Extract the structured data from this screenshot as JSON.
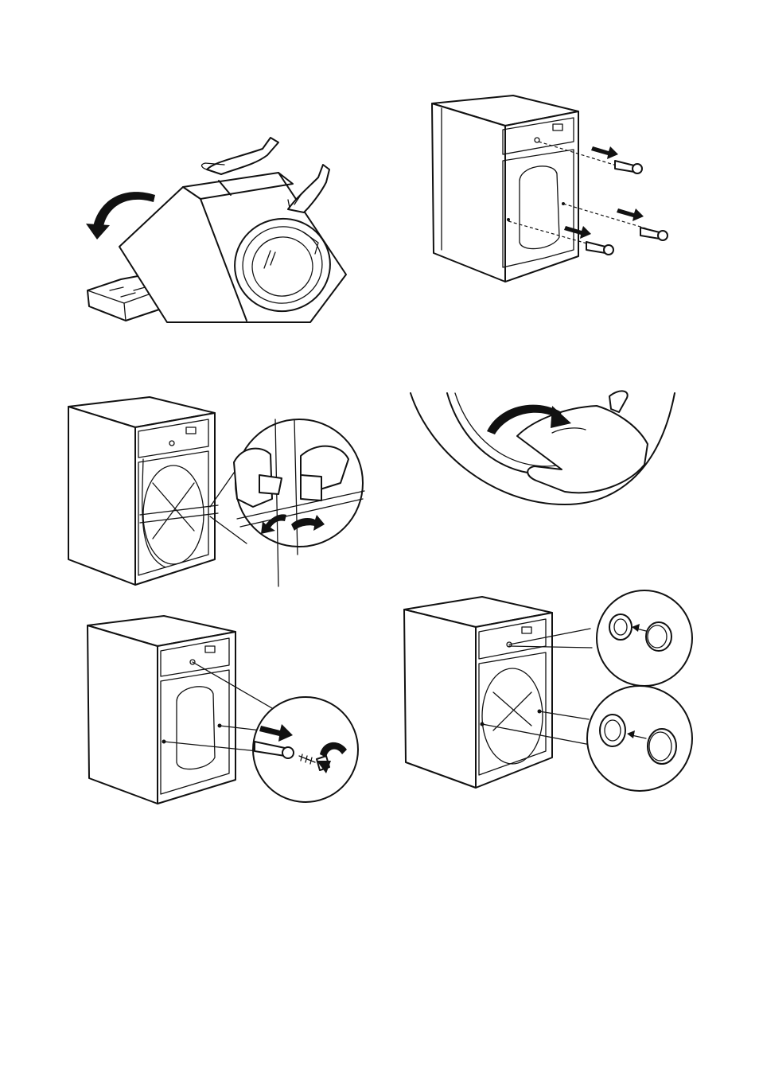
{
  "page": {
    "background": "#ffffff",
    "line_color": "#111111"
  },
  "illustrations": [
    {
      "id": "tilt-machine",
      "icons": [
        "rotate-arrow-icon",
        "hand-icon",
        "packaging-base-icon"
      ]
    },
    {
      "id": "remove-transit-bolts",
      "icons": [
        "arrow-right-icon",
        "transit-bolt-icon"
      ]
    },
    {
      "id": "release-hose-clips",
      "icons": [
        "hand-icon",
        "arrow-left-icon",
        "arrow-right-icon",
        "magnifier-circle-icon"
      ]
    },
    {
      "id": "open-door",
      "icons": [
        "rotate-arrow-icon",
        "hand-icon"
      ]
    },
    {
      "id": "remove-spacer-screw",
      "icons": [
        "arrow-right-icon",
        "rotate-arrow-icon",
        "screw-icon",
        "magnifier-circle-icon"
      ]
    },
    {
      "id": "insert-caps",
      "icons": [
        "plastic-cap-icon",
        "arrow-left-icon",
        "magnifier-circle-icon"
      ]
    }
  ]
}
